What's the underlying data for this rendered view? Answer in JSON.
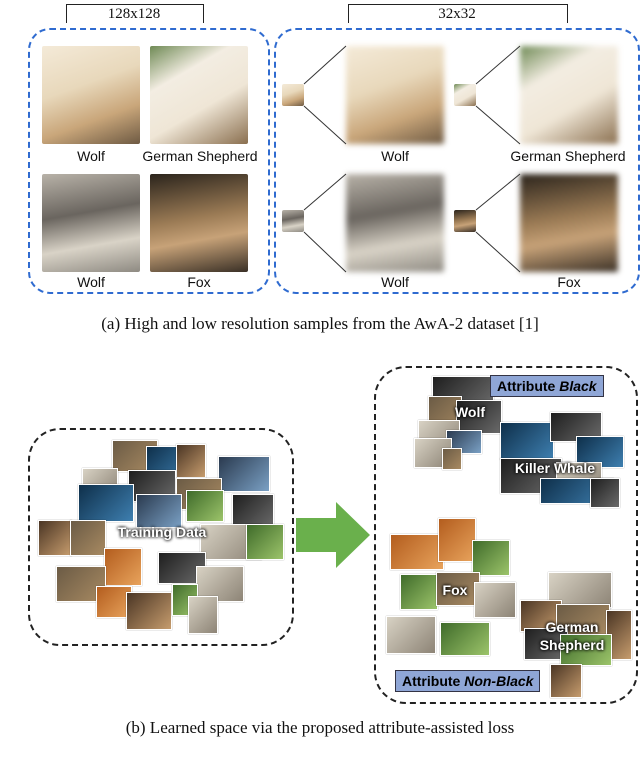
{
  "header": {
    "left_res": "128x128",
    "right_res": "32x32"
  },
  "hr_grid": {
    "labels": [
      "Wolf",
      "German Shepherd",
      "Wolf",
      "Fox"
    ]
  },
  "lr_grid": {
    "labels": [
      "Wolf",
      "German Shepherd",
      "Wolf",
      "Fox"
    ]
  },
  "captions": {
    "a": "(a) High and low resolution samples from the AwA-2 dataset [1]",
    "b": "(b) Learned space via the proposed attribute-assisted loss"
  },
  "left_cluster": {
    "label": "Training Data"
  },
  "right_cluster": {
    "attr_black_prefix": "Attribute ",
    "attr_black_em": "Black",
    "attr_nonblack_prefix": "Attribute ",
    "attr_nonblack_em": "Non-Black",
    "classes": [
      "Wolf",
      "Killer Whale",
      "Fox",
      "German Shepherd"
    ]
  },
  "colors": {
    "blue_dash": "#2f6bd0",
    "arrow_green": "#6ab04c",
    "attr_box": "#8fa6d6"
  }
}
